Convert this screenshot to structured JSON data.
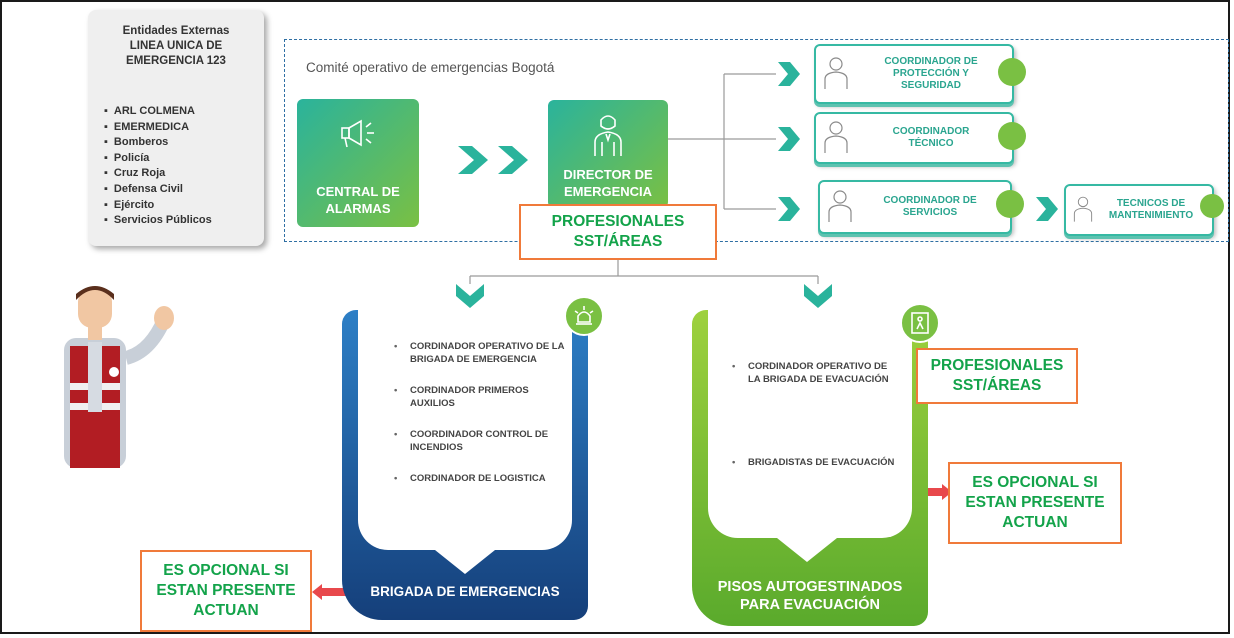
{
  "external_entities": {
    "title_lines": [
      "Entidades Externas",
      "LINEA UNICA DE",
      "EMERGENCIA 123"
    ],
    "items": [
      "ARL COLMENA",
      "EMERMEDICA",
      "Bomberos",
      "Policía",
      "Cruz Roja",
      "Defensa Civil",
      "Ejército",
      "Servicios Públicos"
    ]
  },
  "committee": {
    "title": "Comité operativo de emergencias Bogotá",
    "central_label": [
      "CENTRAL DE",
      "ALARMAS"
    ],
    "director_label": [
      "DIRECTOR DE",
      "EMERGENCIA"
    ],
    "coordinators": [
      {
        "label": [
          "COORDINADOR DE",
          "PROTECCIÓN Y",
          "SEGURIDAD"
        ]
      },
      {
        "label": [
          "COORDINADOR",
          "TÉCNICO"
        ]
      },
      {
        "label": [
          "COORDINADOR DE",
          "SERVICIOS"
        ]
      }
    ],
    "technicians": {
      "label": [
        "TECNICOS DE",
        "MANTENIMIENTO"
      ]
    }
  },
  "professionals_label": [
    "PROFESIONALES",
    "SST/ÁREAS"
  ],
  "brigade_emergency": {
    "items": [
      "CORDINADOR OPERATIVO DE LA BRIGADA DE EMERGENCIA",
      "CORDINADOR PRIMEROS AUXILIOS",
      "COORDINADOR CONTROL DE INCENDIOS",
      "CORDINADOR DE LOGISTICA"
    ],
    "title": "BRIGADA DE EMERGENCIAS"
  },
  "brigade_evacuation": {
    "items": [
      "CORDINADOR OPERATIVO DE LA BRIGADA DE EVACUACIÓN",
      "BRIGADISTAS DE EVACUACIÓN"
    ],
    "title": [
      "PISOS AUTOGESTINADOS",
      "PARA EVACUACIÓN"
    ]
  },
  "optional_note": [
    "ES OPCIONAL SI",
    "ESTAN PRESENTE",
    "ACTUAN"
  ],
  "colors": {
    "teal": "#2ab39c",
    "green": "#7ac043",
    "blue_dark": "#153f7a",
    "orange": "#f07a3a",
    "text_green": "#13a34a"
  }
}
